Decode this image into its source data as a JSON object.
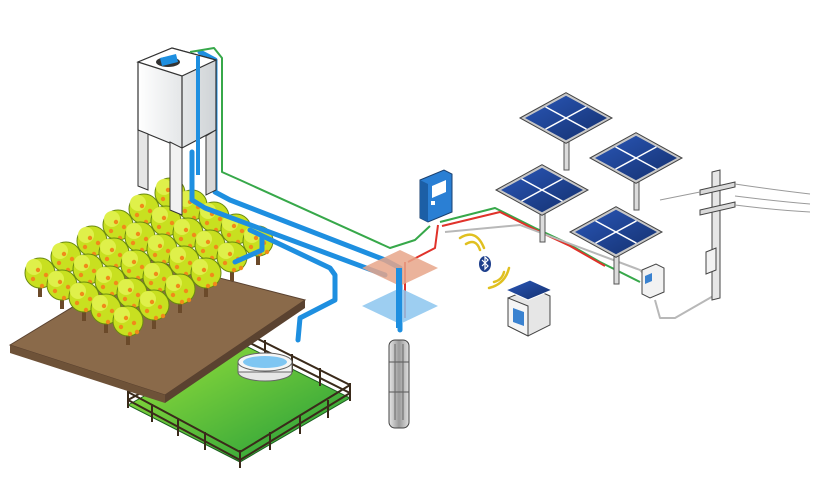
{
  "diagram": {
    "components": [
      {
        "id": "water-tower",
        "icon": "water-tower-icon"
      },
      {
        "id": "orchard",
        "icon": "orchard-trees-icon"
      },
      {
        "id": "pasture",
        "icon": "fenced-field-icon"
      },
      {
        "id": "water-trough",
        "icon": "water-trough-icon"
      },
      {
        "id": "submersible-pump",
        "icon": "submersible-pump-icon"
      },
      {
        "id": "pump-controller",
        "icon": "solar-pump-inverter-icon"
      },
      {
        "id": "bluetooth-link",
        "icon": "bluetooth-icon"
      },
      {
        "id": "remote-monitor",
        "icon": "solar-powered-monitor-icon"
      },
      {
        "id": "solar-array",
        "icon": "solar-panel-icon"
      },
      {
        "id": "grid-switch-box",
        "icon": "electrical-box-icon"
      },
      {
        "id": "utility-pole",
        "icon": "power-pole-icon"
      }
    ],
    "colors": {
      "water_pipe": "#1e8fe0",
      "cable_green": "#37a84a",
      "cable_red": "#e0322a",
      "cable_grey": "#b8b8b8",
      "panel_blue": "#1d3f8c",
      "grass": "#3dbb3d",
      "soil": "#8a6a4a",
      "foliage": "#c8e020",
      "fruit": "#f08a1a"
    }
  }
}
